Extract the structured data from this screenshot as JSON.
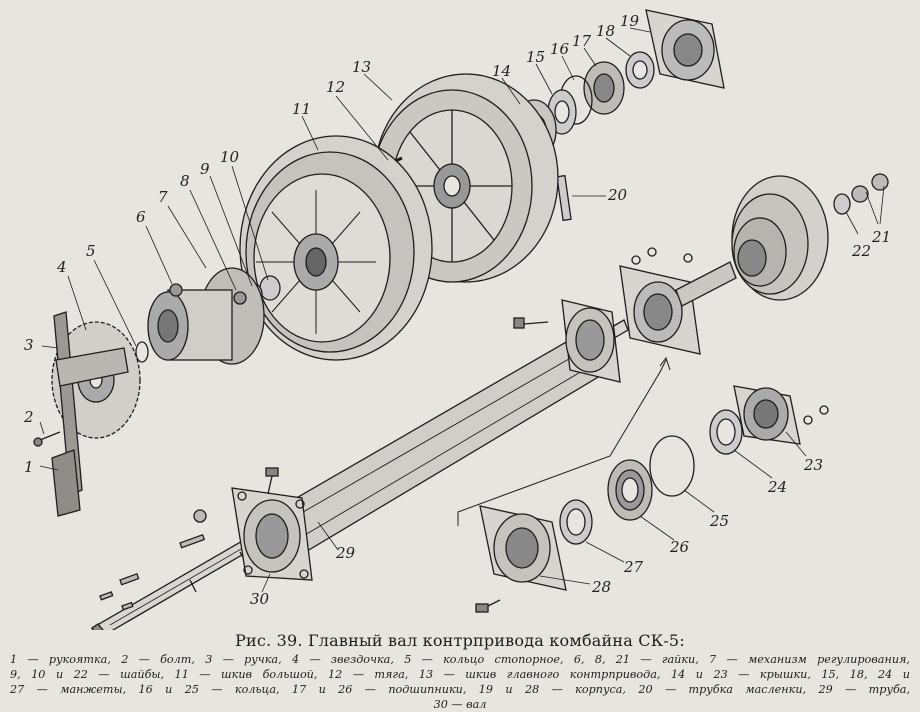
{
  "figure": {
    "caption_title": "Рис. 39. Главный вал контрпривода комбайна СК-5:",
    "legend_lines": [
      "1 — рукоятка, 2 — болт, 3 — ручка, 4 — звездочка, 5 — кольцо стопорное, 6, 8, 21 — гайки, 7 — механизм регулирования,",
      "9, 10 и 22 — шайбы, 11 — шкив большой, 12 — тяга, 13 — шкив главного контрпривода, 14 и 23 — крышки, 15, 18, 24 и",
      "27 — манжеты, 16 и 25 — кольца, 17 и 26 — подшипники, 19 и 28 — корпуса, 20 — трубка масленки, 29 — труба,",
      "30 — вал"
    ]
  },
  "parts": [
    {
      "num": "1",
      "name": "рукоятка"
    },
    {
      "num": "2",
      "name": "болт"
    },
    {
      "num": "3",
      "name": "ручка"
    },
    {
      "num": "4",
      "name": "звездочка"
    },
    {
      "num": "5",
      "name": "кольцо стопорное"
    },
    {
      "num": "6",
      "name": "гайка"
    },
    {
      "num": "7",
      "name": "механизм регулирования"
    },
    {
      "num": "8",
      "name": "гайка"
    },
    {
      "num": "9",
      "name": "шайба"
    },
    {
      "num": "10",
      "name": "шайба"
    },
    {
      "num": "11",
      "name": "шкив большой"
    },
    {
      "num": "12",
      "name": "тяга"
    },
    {
      "num": "13",
      "name": "шкив главного контрпривода"
    },
    {
      "num": "14",
      "name": "крышка"
    },
    {
      "num": "15",
      "name": "манжета"
    },
    {
      "num": "16",
      "name": "кольцо"
    },
    {
      "num": "17",
      "name": "подшипник"
    },
    {
      "num": "18",
      "name": "манжета"
    },
    {
      "num": "19",
      "name": "корпус"
    },
    {
      "num": "20",
      "name": "трубка масленки"
    },
    {
      "num": "21",
      "name": "гайки"
    },
    {
      "num": "22",
      "name": "шайба"
    },
    {
      "num": "23",
      "name": "крышка"
    },
    {
      "num": "24",
      "name": "манжета"
    },
    {
      "num": "25",
      "name": "кольцо"
    },
    {
      "num": "26",
      "name": "подшипник"
    },
    {
      "num": "27",
      "name": "манжета"
    },
    {
      "num": "28",
      "name": "корпус"
    },
    {
      "num": "29",
      "name": "труба"
    },
    {
      "num": "30",
      "name": "вал"
    }
  ],
  "colors": {
    "paper": "#e6e5e0",
    "ink": "#1e1e1e"
  }
}
